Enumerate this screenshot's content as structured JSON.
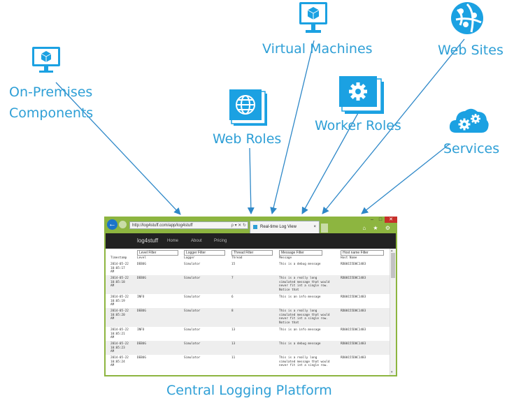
{
  "labels": {
    "on_premises_line1": "On-Premises",
    "on_premises_line2": "Components",
    "virtual_machines": "Virtual Machines",
    "web_sites": "Web Sites",
    "web_roles": "Web Roles",
    "worker_roles": "Worker Roles",
    "services": "Services",
    "central": "Central Logging Platform"
  },
  "colors": {
    "accent": "#2e9fd6",
    "icon": "#1ba1e2",
    "arrow": "#2e88c8",
    "browser_frame": "#8db540",
    "navbar": "#222222"
  },
  "icons": {
    "on_premises": "monitor-cube-icon",
    "virtual_machines": "monitor-cube-icon",
    "web_sites": "globe-icon",
    "web_roles": "globe-stack-icon",
    "worker_roles": "gear-stack-icon",
    "services": "cloud-gears-icon"
  },
  "browser": {
    "back": "←",
    "address": "http://log4stuff.com/app/log4stuff",
    "address_tools": "ρ ▾ ✕ ↻",
    "tab_title": "Real-time Log View",
    "tab_close": "×",
    "win_min": "–",
    "win_max": "□",
    "win_close": "✕",
    "tool_icons": "⌂ ★ ⚙",
    "brand": "log4stuff",
    "nav": [
      "Home",
      "About",
      "Pricing"
    ],
    "scroll_up": "▴",
    "scroll_down": "▾",
    "filters": [
      "Level Filter",
      "Logger Filter",
      "Thread Filter",
      "Message Filter",
      "Host name Filter"
    ],
    "headers": [
      "Timestamp",
      "Level",
      "Logger",
      "Thread",
      "Message",
      "Host Name"
    ],
    "rows": [
      {
        "timestamp": "2014-05-22\n10:05:17\nAM",
        "level": "DEBUG",
        "logger": "Simulator",
        "thread": "15",
        "message": "This is a debug message",
        "host": "RD00155D0C1483",
        "alt": false
      },
      {
        "timestamp": "2014-05-22\n10:05:18\nAM",
        "level": "DEBUG",
        "logger": "Simulator",
        "thread": "7",
        "message": "This is a really long\nsimulated message that would\nnever fit int a single row.\nNotice that",
        "host": "RD00155D0C1483",
        "alt": true
      },
      {
        "timestamp": "2014-05-22\n10:05:19\nAM",
        "level": "INFO",
        "logger": "Simulator",
        "thread": "6",
        "message": "This is an info message",
        "host": "RD00155D0C1483",
        "alt": false
      },
      {
        "timestamp": "2014-05-22\n10:05:20\nAM",
        "level": "DEBUG",
        "logger": "Simulator",
        "thread": "8",
        "message": "This is a really long\nsimulated message that would\nnever fit int a single row.\nNotice that",
        "host": "RD00155D0C1483",
        "alt": true
      },
      {
        "timestamp": "2014-05-22\n10:05:21\nAM",
        "level": "INFO",
        "logger": "Simulator",
        "thread": "13",
        "message": "This is an info message",
        "host": "RD00155D0C1483",
        "alt": false
      },
      {
        "timestamp": "2014-05-22\n10:05:23\nAM",
        "level": "DEBUG",
        "logger": "Simulator",
        "thread": "13",
        "message": "This is a debug message",
        "host": "RD00155D0C1483",
        "alt": true
      },
      {
        "timestamp": "2014-05-22\n10:05:24\nAM",
        "level": "DEBUG",
        "logger": "Simulator",
        "thread": "11",
        "message": "This is a really long\nsimulated message that would\nnever fit int a single row.",
        "host": "RD00155D0C1483",
        "alt": false
      }
    ]
  }
}
